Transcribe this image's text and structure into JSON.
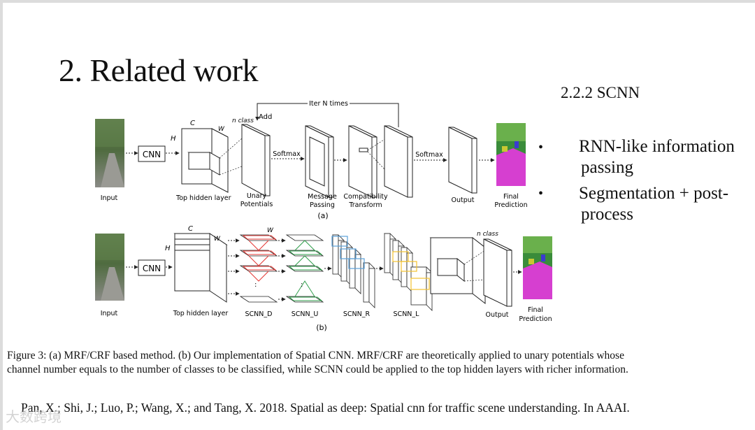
{
  "slide": {
    "title": "2. Related work",
    "subtitle": "2.2.2 SCNN",
    "bullets": [
      {
        "line1": "RNN-like information",
        "line2": "passing"
      },
      {
        "line1": "Segmentation + post-",
        "line2": "process"
      }
    ],
    "bullet_symbol": "•"
  },
  "figure": {
    "a": {
      "input_label": "Input",
      "cnn_label": "CNN",
      "top_hidden_label": "Top hidden layer",
      "dim_c": "C",
      "dim_h": "H",
      "dim_w": "W",
      "n_class": "n class",
      "add": "Add",
      "iter": "Iter N times",
      "softmax1": "Softmax",
      "unary_line1": "Unary",
      "unary_line2": "Potentials",
      "msg_line1": "Message",
      "msg_line2": "Passing",
      "compat_line1": "Compatibility",
      "compat_line2": "Transform",
      "softmax2": "Softmax",
      "output": "Output",
      "final_line1": "Final",
      "final_line2": "Prediction",
      "panel_label": "(a)"
    },
    "b": {
      "input_label": "Input",
      "cnn_label": "CNN",
      "top_hidden_label": "Top hidden layer",
      "dim_c": "C",
      "dim_h": "H",
      "dim_w": "W",
      "dim_w2": "W",
      "scnn_d": "SCNN_D",
      "scnn_u": "SCNN_U",
      "scnn_r": "SCNN_R",
      "scnn_l": "SCNN_L",
      "n_class": "n class",
      "output": "Output",
      "final_line1": "Final",
      "final_line2": "Prediction",
      "panel_label": "(b)"
    }
  },
  "caption": "Figure 3: (a) MRF/CRF based method. (b) Our implementation of Spatial CNN. MRF/CRF are theoretically applied to unary potentials whose channel number equals to the number of classes to be classified, while SCNN could be applied to the top hidden layers with richer information.",
  "reference": "Pan, X.; Shi, J.; Luo, P.; Wang, X.; and Tang, X. 2018. Spatial as deep: Spatial cnn for traffic scene understanding. In AAAI.",
  "watermark": "大数跨境",
  "colors": {
    "scnn_d": "#e53935",
    "scnn_u": "#2e9e4a",
    "scnn_r": "#5aa0d8",
    "scnn_l": "#f2c230",
    "segmentation_magenta": "#d63fd0",
    "segmentation_green": "#3a8c3a"
  }
}
